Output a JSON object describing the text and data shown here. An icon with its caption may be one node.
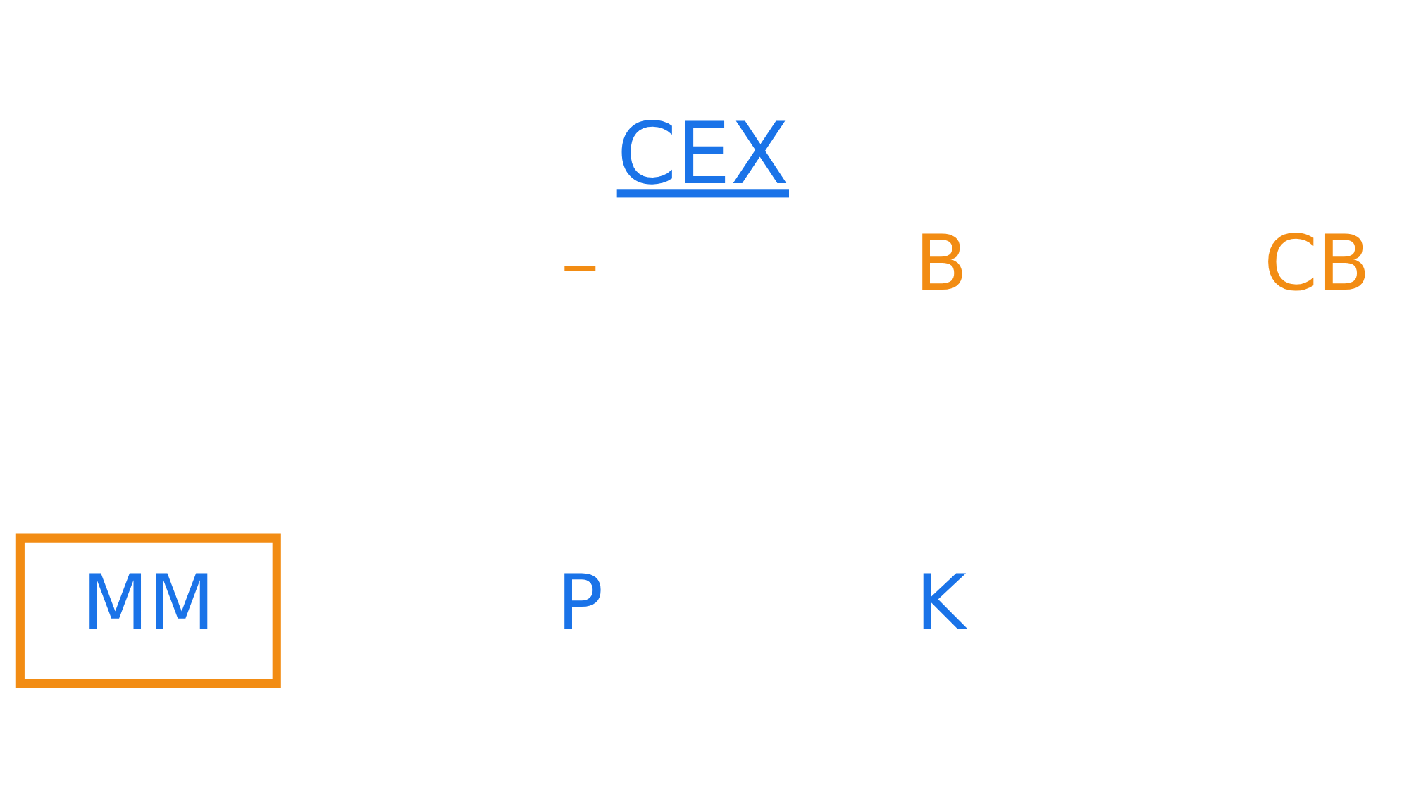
{
  "diagram": {
    "title": "CEX",
    "nodes": [
      {
        "text": [
          "MM"
        ]
      }
    ],
    "labels": [
      "–",
      "B",
      "CB",
      "P",
      "K"
    ]
  }
}
